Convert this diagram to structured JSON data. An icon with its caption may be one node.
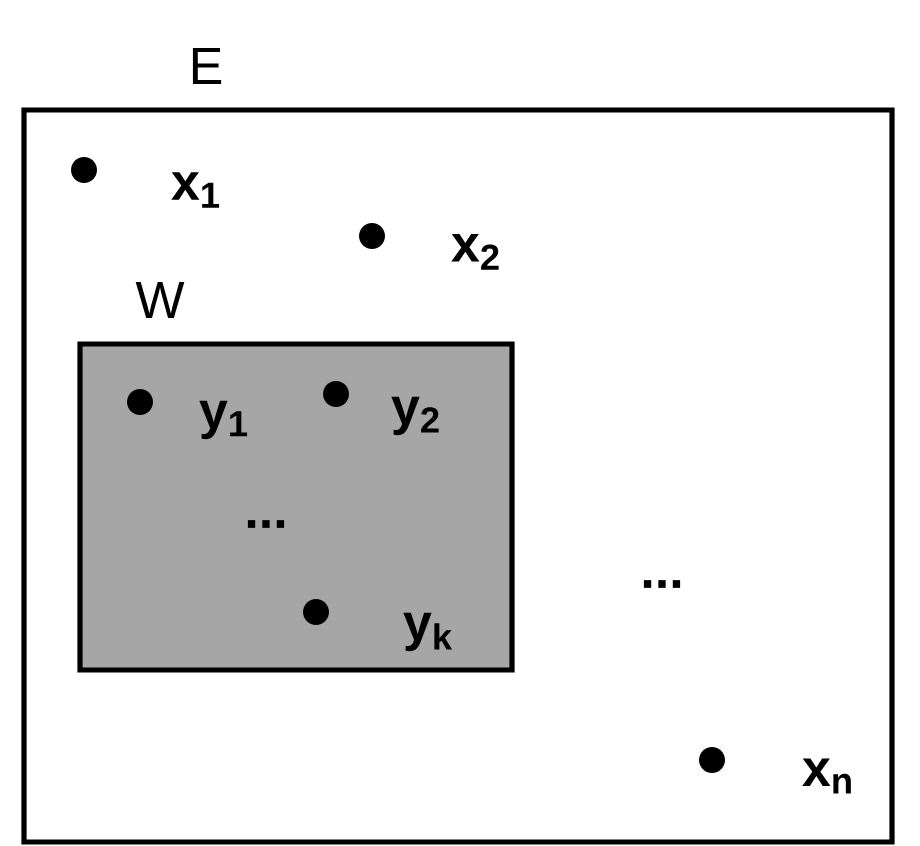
{
  "diagram": {
    "nodes": [
      {
        "text": [
          "E"
        ]
      },
      {
        "text": [
          "W"
        ],
        "in": 0
      }
    ],
    "labels": [
      "x$_{1}$",
      "x$_{2}$",
      "y$_{1}$",
      "y$_{2}$",
      "...",
      "y$_{k}$",
      "...",
      "x$_{n}$"
    ]
  }
}
